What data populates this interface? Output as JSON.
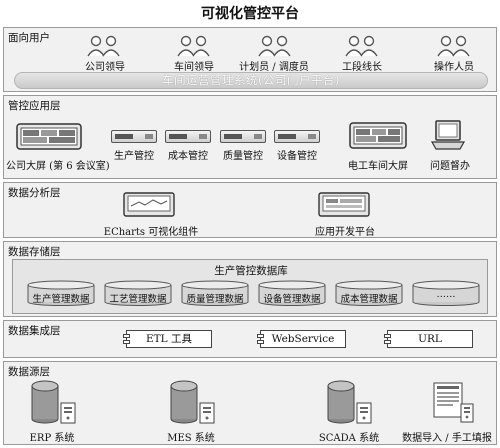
{
  "title": "可视化管控平台",
  "layers": {
    "users": {
      "label": "面向用户",
      "people": [
        "公司领导",
        "车间领导",
        "计划员 / 调度员",
        "工段线长",
        "操作人员"
      ],
      "portal": "车间运营管理系统(公司门户平台)"
    },
    "apps": {
      "label": "管控应用层",
      "big_screen": "公司大屏 (第 6 会议室)",
      "modules": [
        "生产管控",
        "成本管控",
        "质量管控",
        "设备管控"
      ],
      "workshop_screen": "电工车间大屏",
      "supervision": "问题督办"
    },
    "analysis": {
      "label": "数据分析层",
      "items": [
        "ECharts 可视化组件",
        "应用开发平台"
      ]
    },
    "storage": {
      "label": "数据存储层",
      "db_title": "生产管控数据库",
      "dbs": [
        "生产管理数据",
        "工艺管理数据",
        "质量管理数据",
        "设备管理数据",
        "成本管理数据",
        "……"
      ]
    },
    "integration": {
      "label": "数据集成层",
      "items": [
        "ETL 工具",
        "WebService",
        "URL"
      ]
    },
    "source": {
      "label": "数据源层",
      "items": [
        "ERP 系统",
        "MES 系统",
        "SCADA 系统",
        "数据导入 / 手工填报"
      ]
    }
  }
}
